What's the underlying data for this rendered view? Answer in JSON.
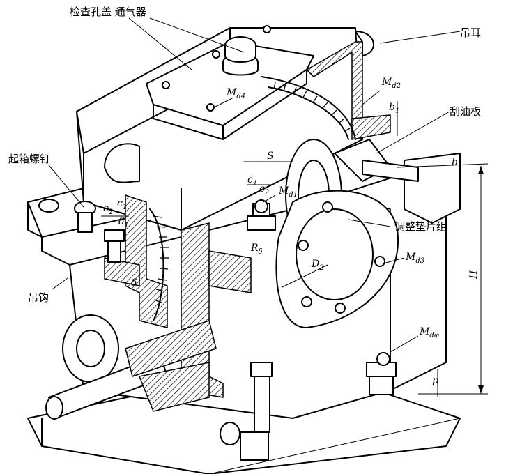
{
  "labels": {
    "inspection_cover_and_vent": "检查孔盖 通气器",
    "lifting_lug": "吊耳",
    "oil_scraper": "刮油板",
    "jack_screw": "起箱螺钉",
    "shim_group": "调整垫片组",
    "hook": "吊钩"
  },
  "symbols": {
    "md4": {
      "main": "M",
      "sub": "d4"
    },
    "md2": {
      "main": "M",
      "sub": "d2"
    },
    "md1": {
      "main": "M",
      "sub": "d1"
    },
    "md3": {
      "main": "M",
      "sub": "d3"
    },
    "mdphi": {
      "main": "M",
      "sub": "dφ"
    },
    "b1_right": {
      "main": "b",
      "sub": "1"
    },
    "b_right": "b",
    "s_top": "S",
    "c1_mid": {
      "main": "c",
      "sub": "1"
    },
    "c2_mid": {
      "main": "c",
      "sub": "2"
    },
    "c2_left": {
      "main": "c",
      "sub": "2"
    },
    "c1_left": {
      "main": "c",
      "sub": "1"
    },
    "delta1": {
      "main": "δ",
      "sub": "1"
    },
    "delta": "δ",
    "r_delta": {
      "main": "R",
      "sub": "δ"
    },
    "d2": {
      "main": "D",
      "sub": "2"
    },
    "h": "H",
    "p": "p"
  }
}
